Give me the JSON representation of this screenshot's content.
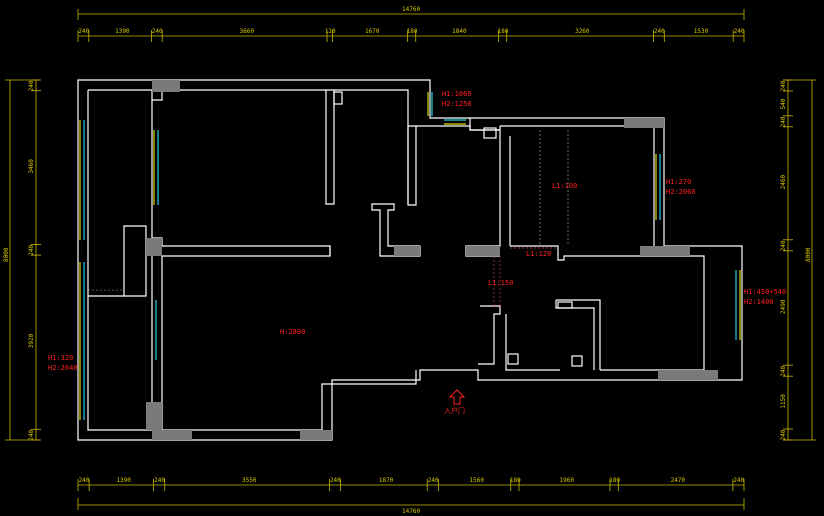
{
  "dimensions": {
    "overall_top": "14760",
    "overall_bottom": "14760",
    "top_segments": [
      "240",
      "1390",
      "240",
      "3660",
      "120",
      "1670",
      "180",
      "1840",
      "180",
      "3260",
      "240",
      "1530",
      "240"
    ],
    "bottom_segments": [
      "240",
      "1390",
      "240",
      "3550",
      "240",
      "1870",
      "240",
      "1560",
      "180",
      "1960",
      "180",
      "2470",
      "240"
    ],
    "left_total": "8000",
    "left_segments": [
      "240",
      "3460",
      "240",
      "3920",
      "240"
    ],
    "right_total": "8000",
    "right_segments": [
      "240",
      "540",
      "240",
      "2460",
      "240",
      "2490",
      "240",
      "1150",
      "240"
    ]
  },
  "labels": {
    "win_top": [
      "H1:1060",
      "H2:1250"
    ],
    "win_right_room": [
      "H1:270",
      "H2:2060"
    ],
    "win_right_lower": [
      "H1:450+540",
      "H2:1400"
    ],
    "win_left": [
      "H1:320",
      "H2:2040"
    ],
    "living_height": "H:2800",
    "l_room": "L1:100",
    "l_mid1": "L1:120",
    "l_mid2": "L1:150",
    "entrance": "入户门"
  }
}
